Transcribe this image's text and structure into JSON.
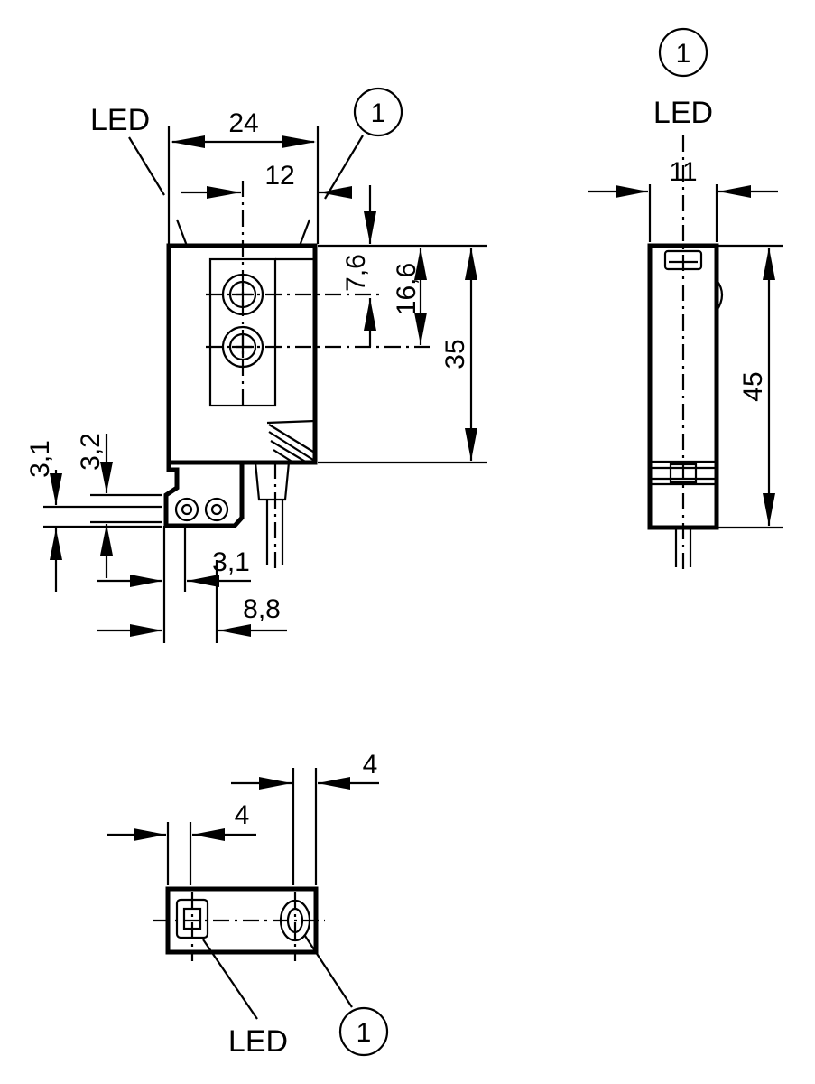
{
  "diagram": {
    "front_view": {
      "led_label": "LED",
      "callout": "1",
      "dim_width": "24",
      "dim_lens_offset": "12",
      "dim_lens_top": "7,6",
      "dim_lens_spacing": "16,6",
      "dim_height": "35",
      "dim_bracket_3_1_vertical": "3,1",
      "dim_bracket_3_2": "3,2",
      "dim_bracket_3_1_horizontal": "3,1",
      "dim_bracket_8_8": "8,8"
    },
    "side_view": {
      "callout": "1",
      "led_label": "LED",
      "dim_width": "11",
      "dim_height": "45"
    },
    "top_view": {
      "dim_right": "4",
      "dim_left": "4",
      "led_label": "LED",
      "callout": "1"
    }
  }
}
